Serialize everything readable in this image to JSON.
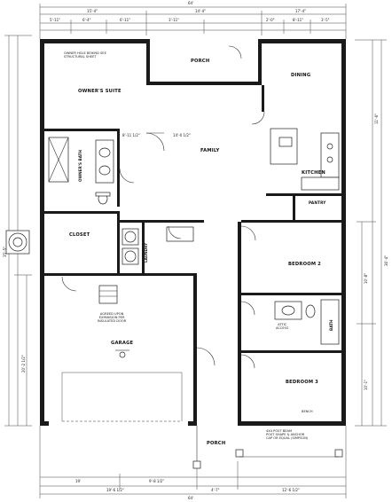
{
  "rooms": {
    "owners_suite": "OWNER'S SUITE",
    "porch_top": "PORCH",
    "dining": "DINING",
    "family": "FAMILY",
    "kitchen": "KITCHEN",
    "owners_bath": "OWNER'S BATH",
    "closet": "CLOSET",
    "laundry": "LAUNDRY",
    "pantry": "PANTRY",
    "bedroom2": "BEDROOM 2",
    "bath": "BATH",
    "garage": "GARAGE",
    "bedroom3": "BEDROOM 3",
    "porch_bottom": "PORCH"
  },
  "notes": {
    "structural": [
      "OWNER HOLE BEHIND SEE",
      "STRUCTURAL SHEET"
    ],
    "attic": [
      "ATTIC",
      "ACCESS"
    ],
    "expansion": [
      "AGREED UPON",
      "EXPANSION PER",
      "INSULATED DOOR"
    ],
    "post": [
      "4X4 POST BEAM",
      "POST SHAPE & ANCHOR",
      "CAP OR EQUAL (SIMPSON)"
    ],
    "bench": "BENCH"
  },
  "dims": {
    "top_total": "64'",
    "top_a": "15'-4\"",
    "top_b": "14'-4\"",
    "top_c": "17'-4\"",
    "top_sub": [
      "5'-11\"",
      "6'-4\"",
      "6'-11\"",
      "3'-11\"",
      "2'-0\"",
      "8'-11\"",
      "3'-5\""
    ],
    "mid_a": "14'-0 1/2\"",
    "mid_b": "8'-11 1/2\"",
    "bot_a": "19'",
    "bot_b": "9'-8 1/2\"",
    "bot_c": "19'-6 1/2\"",
    "bot_d": "4'-7\"",
    "bot_e": "12'-6 1/2\"",
    "bot_total": "64'",
    "left_total": "35'-5\"",
    "left_low": "20'-2 1/2\"",
    "right_total": "36'-4\"",
    "right_a": "11'-6\"",
    "right_b": "10'-8\"",
    "right_c": "10'-1\""
  }
}
